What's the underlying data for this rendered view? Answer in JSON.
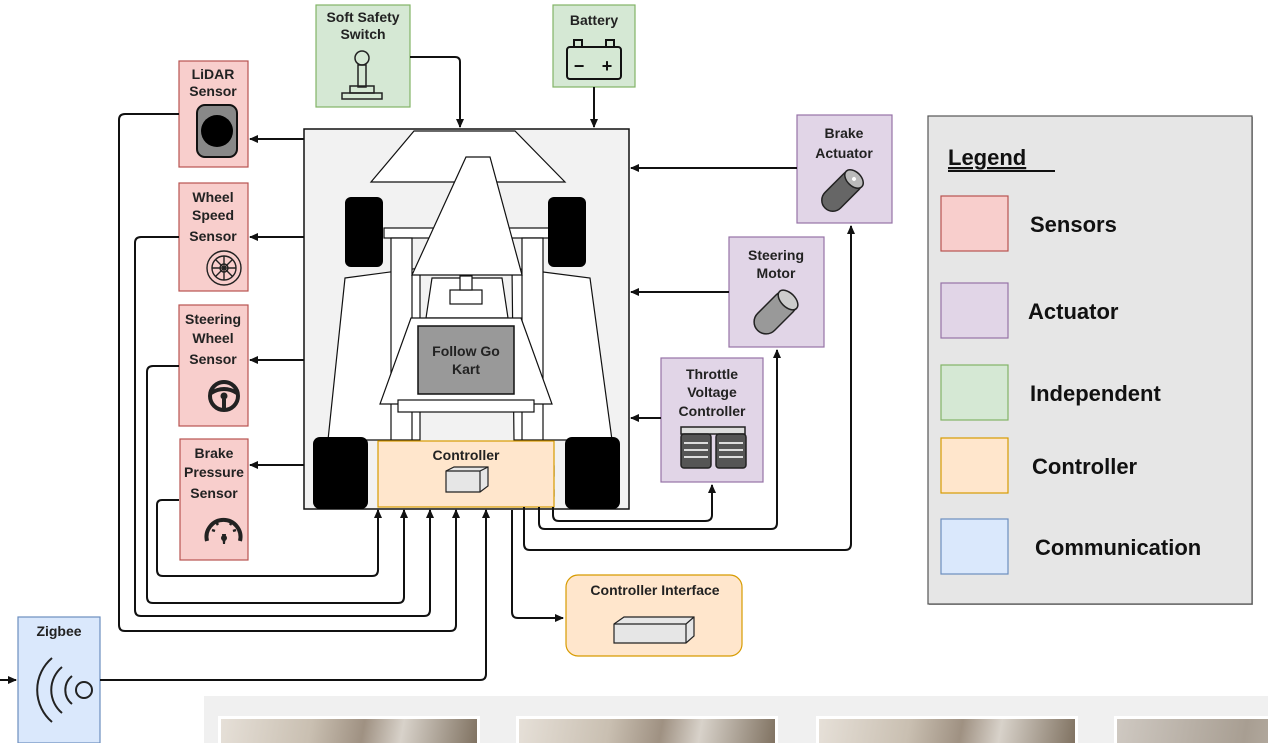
{
  "components": {
    "soft_switch": [
      "Soft Safety",
      "Switch"
    ],
    "battery": "Battery",
    "lidar": [
      "LiDAR",
      "Sensor"
    ],
    "wheel_speed": [
      "Wheel",
      "Speed",
      "Sensor"
    ],
    "steering_wheel": [
      "Steering",
      "Wheel",
      "Sensor"
    ],
    "brake_pressure": [
      "Brake",
      "Pressure",
      "Sensor"
    ],
    "kart": [
      "Follow Go",
      "Kart"
    ],
    "controller": "Controller",
    "controller_interface": "Controller Interface",
    "brake_actuator": [
      "Brake",
      "Actuator"
    ],
    "steering_motor": [
      "Steering",
      "Motor"
    ],
    "throttle": [
      "Throttle",
      "Voltage",
      "Controller"
    ],
    "zigbee": "Zigbee",
    "battery_symbols": [
      "−",
      "+"
    ]
  },
  "legend": {
    "title": "Legend",
    "items": [
      {
        "label": "Sensors",
        "color": "#f8cecc",
        "border": "#b85450"
      },
      {
        "label": "Actuator",
        "color": "#e1d5e7",
        "border": "#9673a6"
      },
      {
        "label": "Independent",
        "color": "#d5e8d4",
        "border": "#82b366"
      },
      {
        "label": "Controller",
        "color": "#ffe6cc",
        "border": "#d79b00"
      },
      {
        "label": "Communication",
        "color": "#dae8fc",
        "border": "#6c8ebf"
      }
    ]
  },
  "icons": [
    "joystick-icon",
    "battery-icon",
    "lidar-icon",
    "wheel-rim-icon",
    "steering-wheel-icon",
    "gauge-icon",
    "cylinder-icon",
    "pedals-icon",
    "chip-icon",
    "wireless-icon"
  ]
}
